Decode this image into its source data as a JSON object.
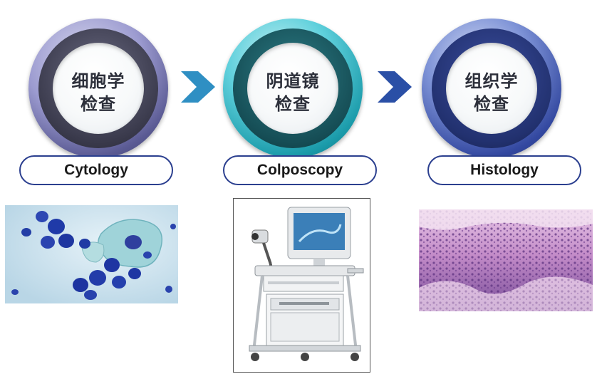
{
  "steps": [
    {
      "line1": "细胞学",
      "line2": "检查",
      "label": "Cytology"
    },
    {
      "line1": "阴道镜",
      "line2": "检查",
      "label": "Colposcopy"
    },
    {
      "line1": "组织学",
      "line2": "检查",
      "label": "Histology"
    }
  ],
  "colors": {
    "arrow": "#2f8fc3",
    "arrow_dark": "#2a4fa6",
    "pill_border": "#2b3f8f",
    "ring_cytology": "#8a88c7",
    "ring_colposcopy": "#2fb3c4",
    "ring_histology": "#3d4fa6"
  },
  "images": [
    {
      "icon": "cytology-smear-image"
    },
    {
      "icon": "colposcope-device-image"
    },
    {
      "icon": "histology-tissue-image"
    }
  ]
}
